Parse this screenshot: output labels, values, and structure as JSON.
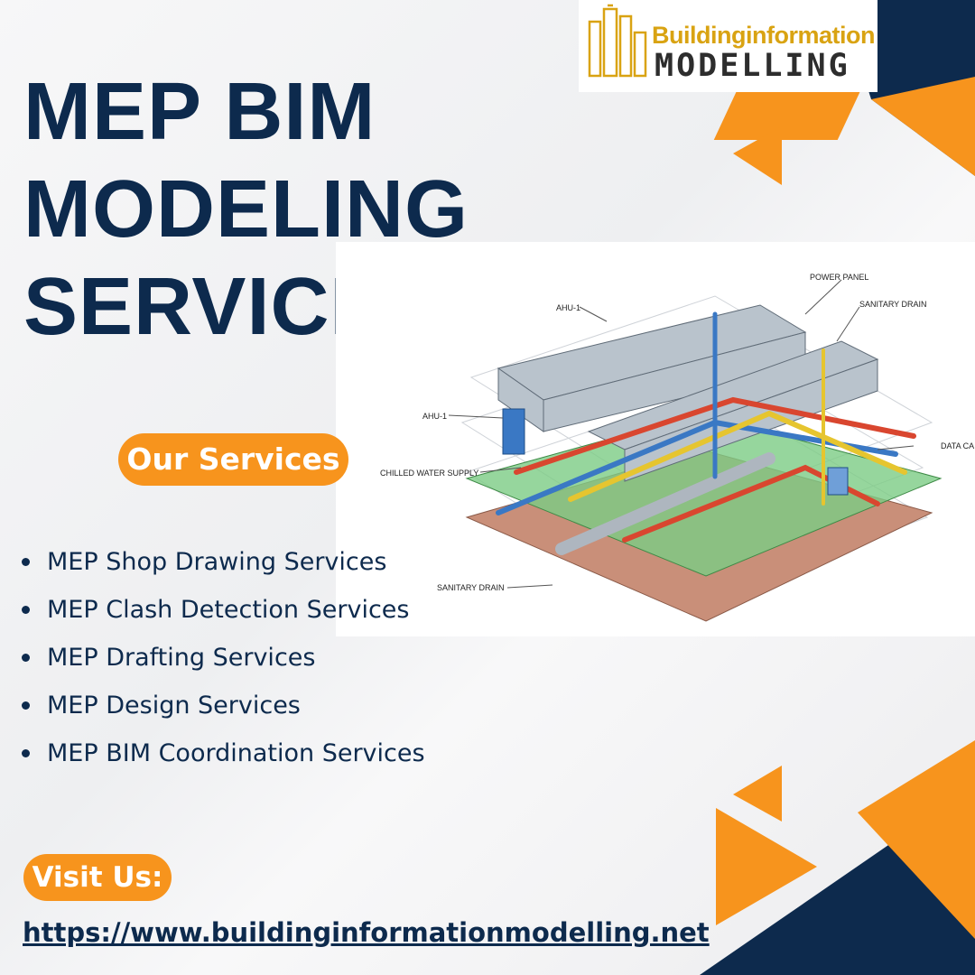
{
  "brand": {
    "name_top": "Buildinginformation",
    "name_bottom": "MODELLING",
    "colors": {
      "navy": "#0d2a4d",
      "orange": "#f7941d",
      "gold": "#d9a312"
    }
  },
  "title_lines": [
    "MEP BIM",
    "MODELING",
    "SERVICES"
  ],
  "services_label": "Our Services",
  "services": [
    "MEP Shop Drawing Services",
    "MEP Clash Detection Services",
    "MEP Drafting Services",
    "MEP Design Services",
    "MEP BIM Coordination Services"
  ],
  "visit_label": "Visit Us:",
  "url": "https://www.buildinginformationmodelling.net",
  "illustration": {
    "labels": {
      "power_panel": "POWER PANEL",
      "sanitary_drain_top": "SANITARY DRAIN",
      "ahu_top": "AHU-1",
      "ahu_left": "AHU-1",
      "chilled_water": "CHILLED WATER SUPPLY",
      "data_cable": "DATA CA",
      "sanitary_drain_bottom": "SANITARY DRAIN"
    }
  }
}
